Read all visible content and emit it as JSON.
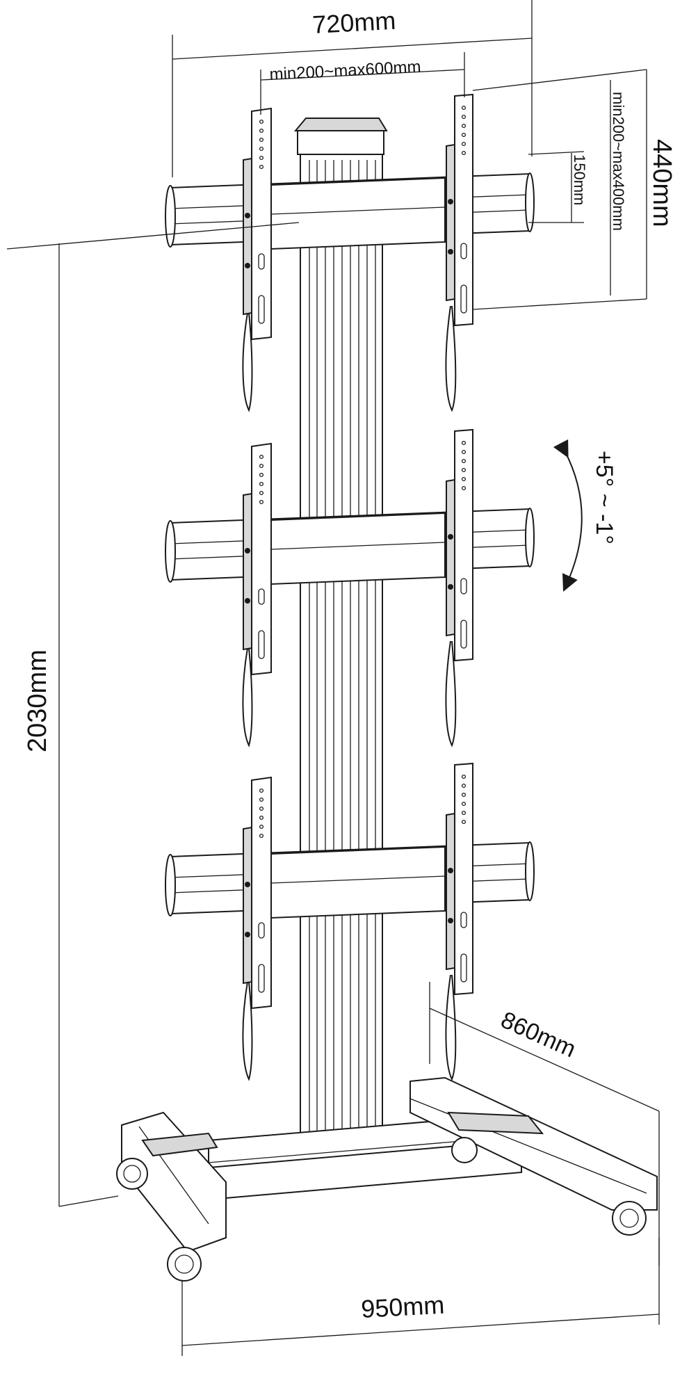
{
  "dimensions": {
    "overall_width": "720mm",
    "bracket_spacing": "min200~max600mm",
    "vesa_height": "440mm",
    "vesa_range": "min200~max400mm",
    "rail_height": "150mm",
    "tilt": "+5°  ~  -1°",
    "total_height": "2030mm",
    "base_depth": "860mm",
    "base_width": "950mm"
  },
  "colors": {
    "line": "#1a1a1a",
    "shade": "#d8d8d8"
  }
}
